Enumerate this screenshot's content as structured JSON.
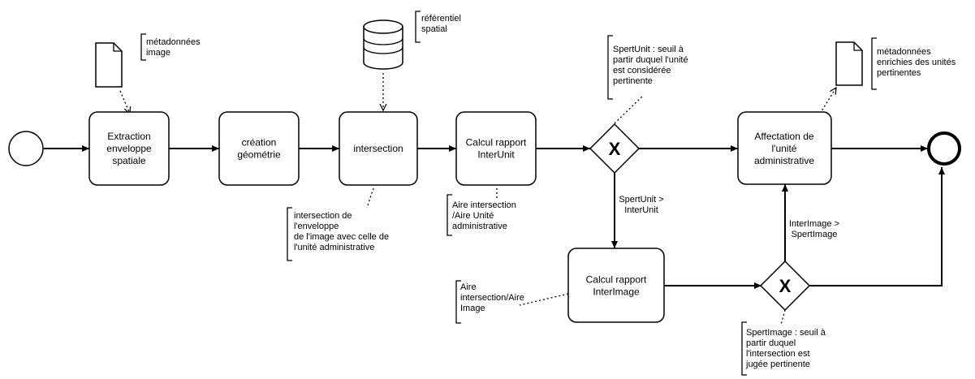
{
  "tasks": {
    "extraction": [
      "Extraction",
      "enveloppe",
      "spatiale"
    ],
    "creation": [
      "création",
      "géométrie"
    ],
    "intersection": [
      "intersection"
    ],
    "calcul_interunit": [
      "Calcul rapport",
      "InterUnit"
    ],
    "calcul_interimage": [
      "Calcul rapport",
      "InterImage"
    ],
    "affectation": [
      "Affectation de",
      "l'unité",
      "administrative"
    ]
  },
  "data_objects": {
    "metadonnees_image": [
      "métadonnées",
      "image"
    ],
    "referentiel_spatial": [
      "référentiel",
      "spatial"
    ],
    "metadonnees_enrichies": [
      "métadonnées",
      "enrichies des unités",
      "pertinentes"
    ]
  },
  "annotations": {
    "intersection_note": [
      "intersection de",
      "l'enveloppe",
      "de l'image avec celle de",
      "l'unité administrative"
    ],
    "aire_unit": [
      "Aire intersection",
      "/Aire Unité",
      "administrative"
    ],
    "aire_image": [
      "Aire",
      "intersection/Aire",
      "Image"
    ],
    "spertunit_note": [
      "SpertUnit : seuil à",
      "partir duquel l'unité",
      "est considérée",
      "pertinente"
    ],
    "spertimage_note": [
      "SpertImage : seuil à",
      "partir duquel",
      "l'intersection est",
      "jugée pertinente"
    ]
  },
  "conditions": {
    "spertunit_gt": [
      "SpertUnit >",
      "InterUnit"
    ],
    "interimage_gt": [
      "InterImage >",
      "SpertImage"
    ]
  },
  "gateway_marker": "X"
}
